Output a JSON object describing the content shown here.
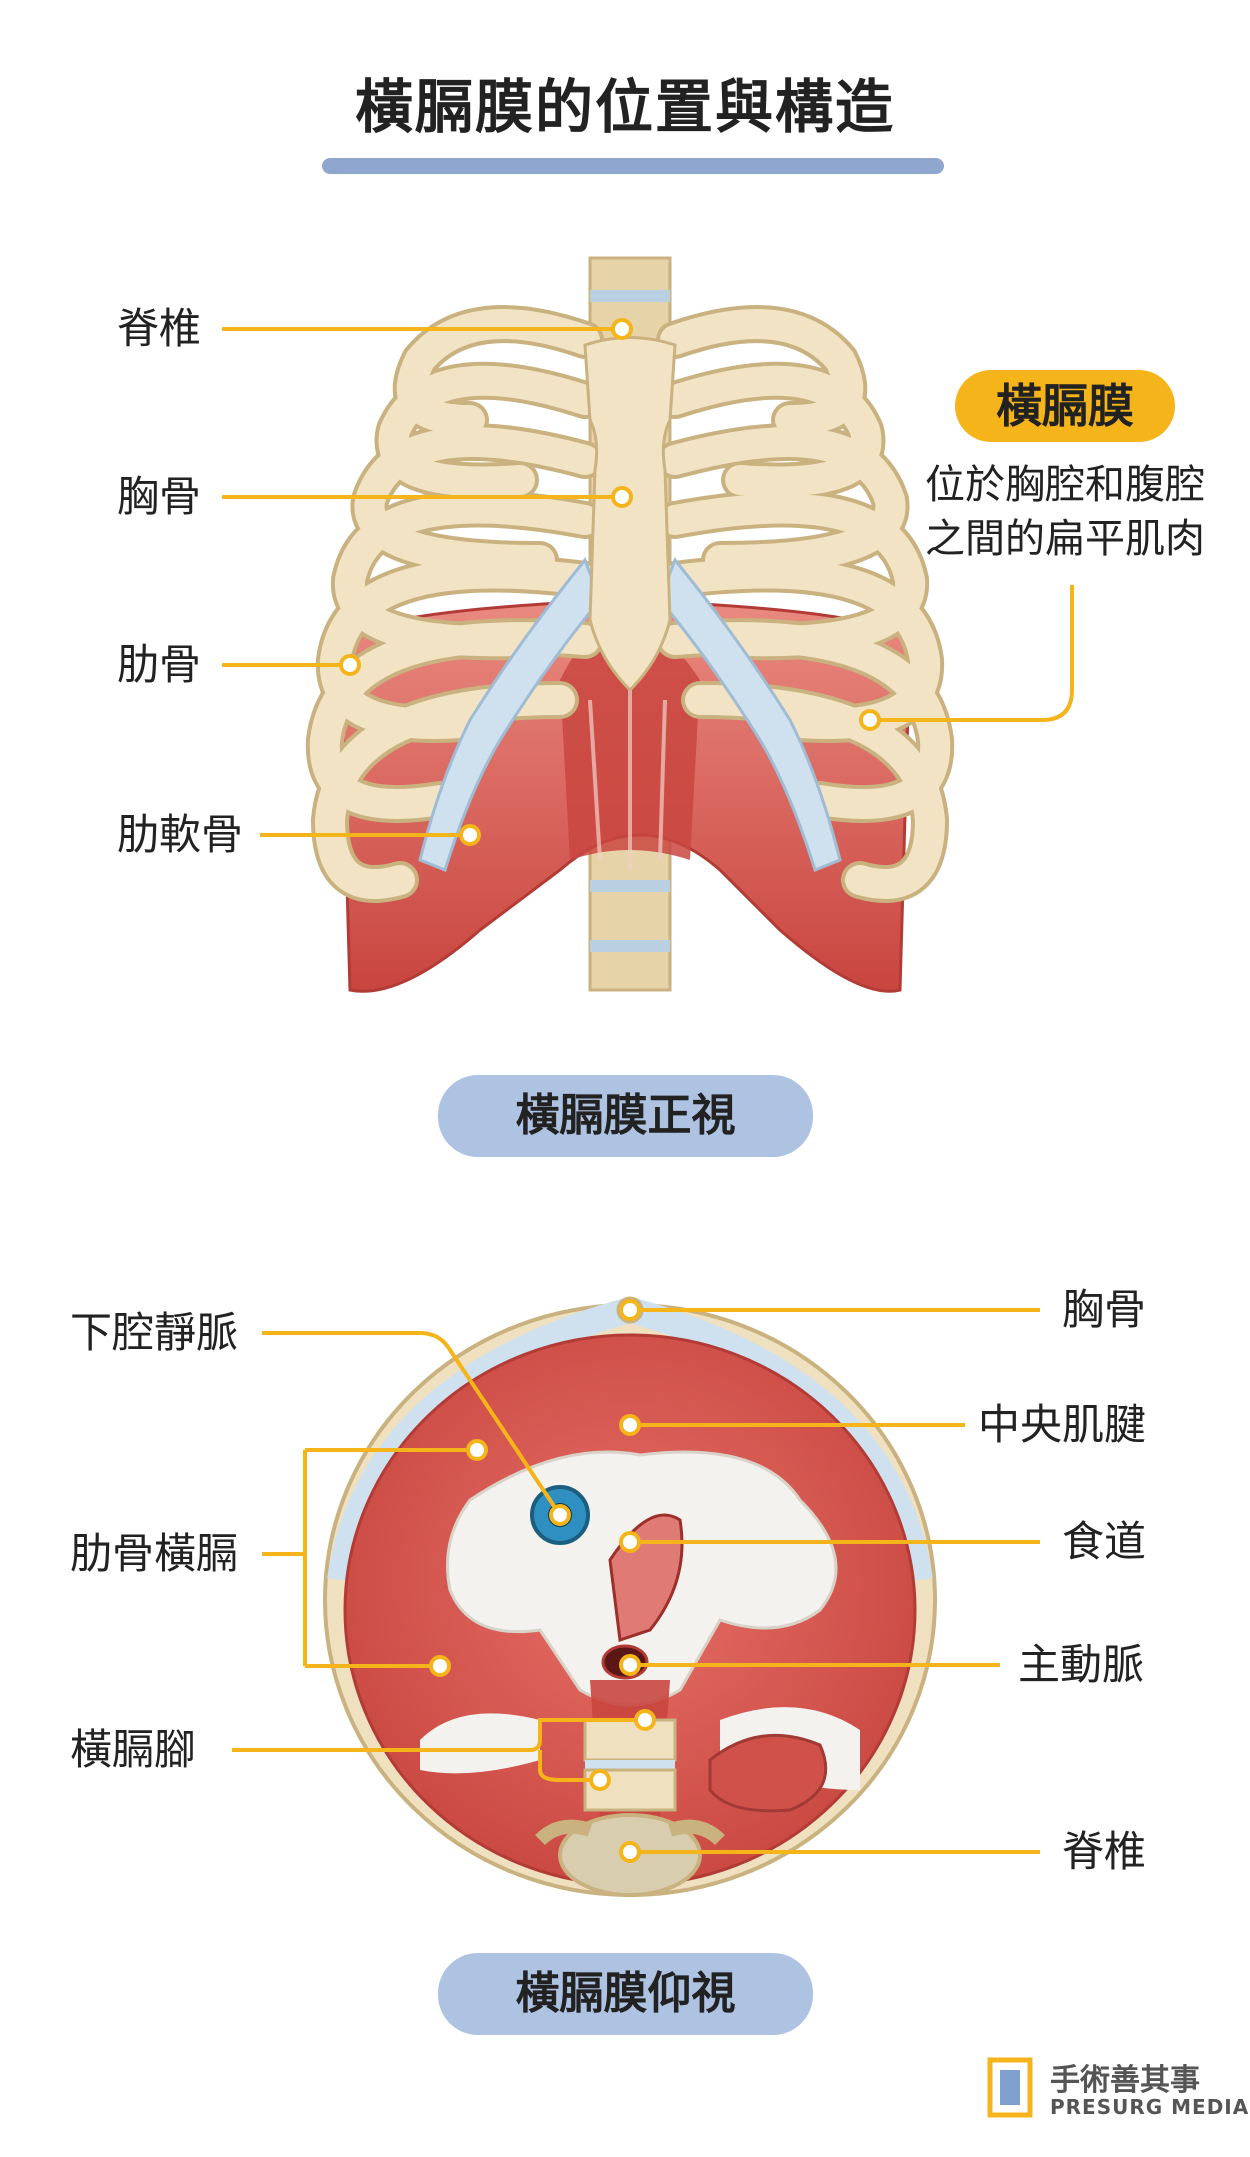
{
  "title": "橫膈膜的位置與構造",
  "front_view": {
    "caption": "橫膈膜正視",
    "labels": {
      "spine": "脊椎",
      "sternum": "胸骨",
      "rib": "肋骨",
      "costal_cartilage": "肋軟骨"
    },
    "highlight": {
      "name": "橫膈膜",
      "description_line1": "位於胸腔和腹腔",
      "description_line2": "之間的扁平肌肉"
    }
  },
  "bottom_view": {
    "caption": "橫膈膜仰視",
    "labels": {
      "ivc": "下腔靜脈",
      "costal_diaphragm": "肋骨橫膈",
      "crus": "橫膈腳",
      "sternum": "胸骨",
      "central_tendon": "中央肌腱",
      "esophagus": "食道",
      "aorta": "主動脈",
      "spine": "脊椎"
    }
  },
  "logo": {
    "name": "手術善其事",
    "subtitle": "PRESURG MEDIA"
  },
  "colors": {
    "leader_line": "#f4b41a",
    "muscle": "#d9534f",
    "bone": "#f1e3c4",
    "cartilage": "#cfe0ee",
    "pill": "#aec2e2",
    "title_bar": "#8fa6cf"
  }
}
